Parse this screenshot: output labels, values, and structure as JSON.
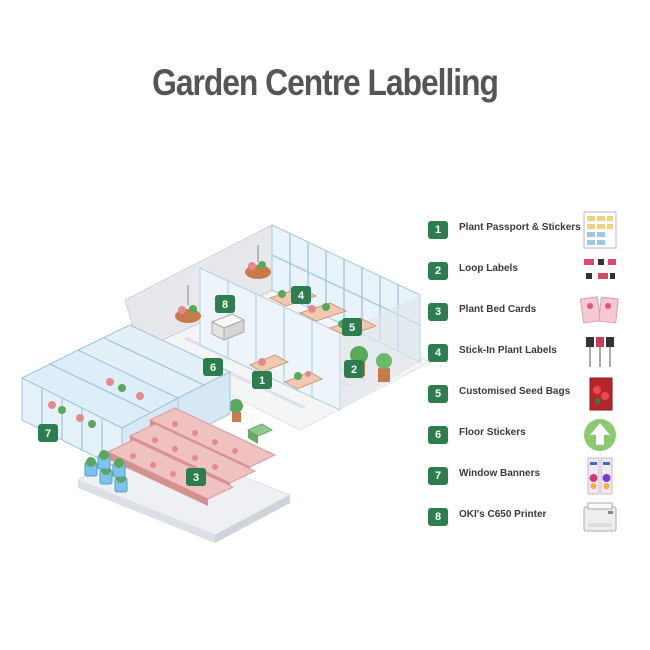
{
  "title": "Garden Centre Labelling",
  "colors": {
    "accent_green": "#2e7d4f",
    "title_gray": "#555555",
    "glass": "#cfe6f4",
    "frame": "#9fc3dc",
    "wall": "#e9ebee",
    "floor": "#f4f6f8",
    "plant_pink": "#e38b8b",
    "leaf_green": "#5aa85a",
    "pot_brown": "#c77a4a"
  },
  "markers": [
    {
      "num": "1"
    },
    {
      "num": "2"
    },
    {
      "num": "3"
    },
    {
      "num": "4"
    },
    {
      "num": "5"
    },
    {
      "num": "6"
    },
    {
      "num": "7"
    },
    {
      "num": "8"
    }
  ],
  "legend": [
    {
      "num": "1",
      "label": "Plant Passport & Stickers",
      "icon": "sticker-sheet-icon"
    },
    {
      "num": "2",
      "label": "Loop Labels",
      "icon": "loop-label-icon"
    },
    {
      "num": "3",
      "label": "Plant Bed Cards",
      "icon": "bed-card-icon"
    },
    {
      "num": "4",
      "label": "Stick-In Plant Labels",
      "icon": "stick-label-icon"
    },
    {
      "num": "5",
      "label": "Customised Seed Bags",
      "icon": "seed-bag-icon"
    },
    {
      "num": "6",
      "label": "Floor Stickers",
      "icon": "floor-sticker-icon"
    },
    {
      "num": "7",
      "label": "Window Banners",
      "icon": "banner-icon"
    },
    {
      "num": "8",
      "label": "OKI's C650 Printer",
      "icon": "printer-icon"
    }
  ]
}
